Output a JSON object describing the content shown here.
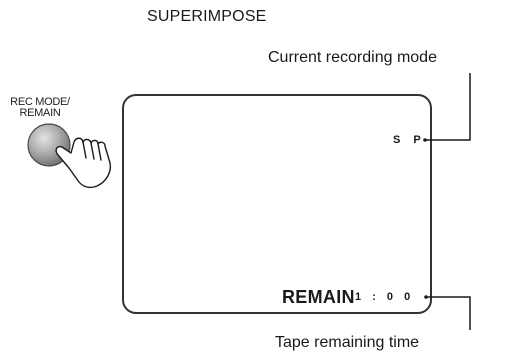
{
  "heading": "SUPERIMPOSE",
  "button": {
    "label_line1": "REC MODE/",
    "label_line2": "REMAIN",
    "color": "#9a9a9a"
  },
  "screen": {
    "mode_indicator": "S P",
    "remain_label": "REMAIN",
    "remain_time": "1 : 0 0"
  },
  "callouts": {
    "mode": "Current recording mode",
    "remaining_time": "Tape remaining time"
  },
  "icons": [
    "round-button-icon",
    "pointing-hand-icon"
  ]
}
